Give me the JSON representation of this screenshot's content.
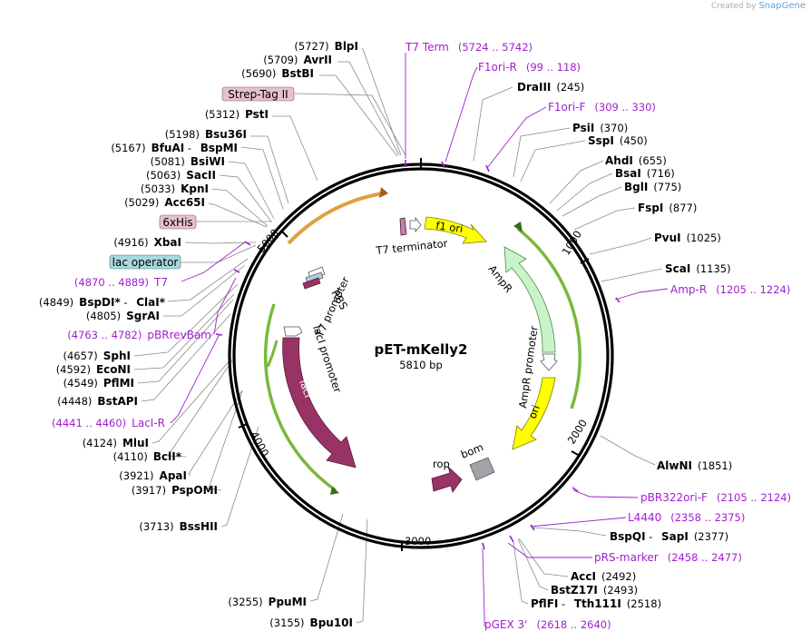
{
  "plasmid": {
    "name": "pET-mKelly2",
    "length_label": "5810 bp"
  },
  "branding": {
    "created_by": "Created by",
    "app": "SnapGene"
  },
  "ticks": [
    {
      "label": "1000",
      "id": "tick-1000"
    },
    {
      "label": "2000",
      "id": "tick-2000"
    },
    {
      "label": "3000",
      "id": "tick-3000"
    },
    {
      "label": "4000",
      "id": "tick-4000"
    },
    {
      "label": "5000",
      "id": "tick-5000"
    }
  ],
  "enzymes_right": [
    {
      "name": "DraIII",
      "pos": "(245)"
    },
    {
      "name": "PsiI",
      "pos": "(370)"
    },
    {
      "name": "SspI",
      "pos": "(450)"
    },
    {
      "name": "AhdI",
      "pos": "(655)"
    },
    {
      "name": "BsaI",
      "pos": "(716)"
    },
    {
      "name": "BglI",
      "pos": "(775)"
    },
    {
      "name": "FspI",
      "pos": "(877)"
    },
    {
      "name": "PvuI",
      "pos": "(1025)"
    },
    {
      "name": "ScaI",
      "pos": "(1135)"
    },
    {
      "name": "AlwNI",
      "pos": "(1851)"
    },
    {
      "name": "BspQI",
      "sep": "-",
      "name2": "SapI",
      "pos": "(2377)"
    },
    {
      "name": "AccI",
      "pos": "(2492)"
    },
    {
      "name": "BstZ17I",
      "pos": "(2493)"
    },
    {
      "name": "PflFI",
      "sep": "-",
      "name2": "Tth111I",
      "pos": "(2518)"
    }
  ],
  "enzymes_left": [
    {
      "name": "BlpI",
      "pos": "(5727)"
    },
    {
      "name": "AvrII",
      "pos": "(5709)"
    },
    {
      "name": "BstBI",
      "pos": "(5690)"
    },
    {
      "name": "PstI",
      "pos": "(5312)"
    },
    {
      "name": "Bsu36I",
      "pos": "(5198)"
    },
    {
      "name": "BfuAI",
      "sep": "-",
      "name2": "BspMI",
      "pos": "(5167)"
    },
    {
      "name": "BsiWI",
      "pos": "(5081)"
    },
    {
      "name": "SacII",
      "pos": "(5063)"
    },
    {
      "name": "KpnI",
      "pos": "(5033)"
    },
    {
      "name": "Acc65I",
      "pos": "(5029)"
    },
    {
      "name": "XbaI",
      "pos": "(4916)"
    },
    {
      "name": "BspDI",
      "star": "*",
      "sep": "-",
      "name2": "ClaI",
      "star2": "*",
      "pos": "(4849)"
    },
    {
      "name": "SgrAI",
      "pos": "(4805)"
    },
    {
      "name": "SphI",
      "pos": "(4657)"
    },
    {
      "name": "EcoNI",
      "pos": "(4592)"
    },
    {
      "name": "PflMI",
      "pos": "(4549)"
    },
    {
      "name": "BstAPI",
      "pos": "(4448)"
    },
    {
      "name": "MluI",
      "pos": "(4124)"
    },
    {
      "name": "BclI",
      "star": "*",
      "pos": "(4110)"
    },
    {
      "name": "ApaI",
      "pos": "(3921)"
    },
    {
      "name": "PspOMI",
      "pos": "(3917)"
    },
    {
      "name": "BssHII",
      "pos": "(3713)"
    },
    {
      "name": "PpuMI",
      "pos": "(3255)"
    },
    {
      "name": "Bpu10I",
      "pos": "(3155)"
    }
  ],
  "primers": [
    {
      "name": "T7 Term",
      "pos": "(5724 .. 5742)"
    },
    {
      "name": "F1ori-R",
      "pos": "(99 .. 118)"
    },
    {
      "name": "F1ori-F",
      "pos": "(309 .. 330)"
    },
    {
      "name": "Amp-R",
      "pos": "(1205 .. 1224)"
    },
    {
      "name": "pBR322ori-F",
      "pos": "(2105 .. 2124)"
    },
    {
      "name": "L4440",
      "pos": "(2358 .. 2375)"
    },
    {
      "name": "pRS-marker",
      "pos": "(2458 .. 2477)"
    },
    {
      "name": "pGEX 3'",
      "pos": "(2618 .. 2640)"
    },
    {
      "name": "LacI-R",
      "pos": "(4441 .. 4460)"
    },
    {
      "name": "pBRrevBam",
      "pos": "(4763 .. 4782)"
    },
    {
      "name": "T7",
      "pos": "(4870 .. 4889)"
    }
  ],
  "feature_tags": [
    {
      "label": "Strep-Tag II",
      "color": "#e8bfd0"
    },
    {
      "label": "6xHis",
      "color": "#e8bfd0"
    },
    {
      "label": "lac operator",
      "color": "#a8d8e0"
    }
  ],
  "features": [
    {
      "label": "f1 ori",
      "color": "#ffff00"
    },
    {
      "label": "AmpR",
      "color": "#c8f5c8"
    },
    {
      "label": "AmpR promoter",
      "color": "#ffffff"
    },
    {
      "label": "ori",
      "color": "#ffff00"
    },
    {
      "label": "rop",
      "color": "#993366"
    },
    {
      "label": "bom",
      "color": "#a0a4a8"
    },
    {
      "label": "lacI",
      "color": "#993366"
    },
    {
      "label": "lacI promoter",
      "color": "#ffffff"
    },
    {
      "label": "T7 promoter",
      "color": "#ffffff"
    },
    {
      "label": "RBS",
      "color": "#ffffff"
    },
    {
      "label": "T7 terminator",
      "color": "#ffffff"
    }
  ],
  "colors": {
    "primer": "#a020d0",
    "backbone": "#000000",
    "orf_outline": "#7ab83c",
    "insert_outline": "#e0a040"
  }
}
